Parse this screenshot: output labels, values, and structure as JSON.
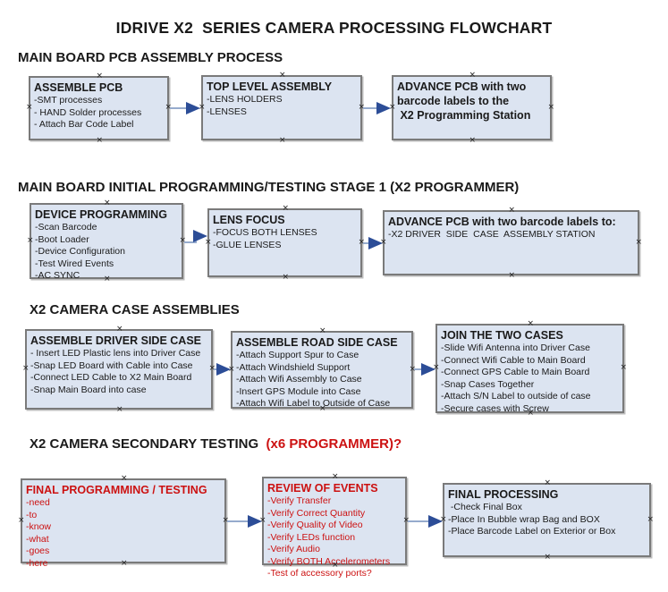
{
  "page_title": "IDRIVE X2  SERIES CAMERA PROCESSING FLOWCHART",
  "icons": {
    "anchor_glyph": "×"
  },
  "colors": {
    "box_fill": "#dce4f1",
    "box_border": "#7a7a7a",
    "arrow_line": "#96abcd",
    "arrow_head": "#2c4d97",
    "red_text": "#cc1111",
    "text": "#1a1a1a"
  },
  "sections": [
    {
      "heading": "MAIN BOARD PCB ASSEMBLY PROCESS",
      "heading_suffix": "",
      "boxes": [
        {
          "heading_lines": [
            "ASSEMBLE PCB"
          ],
          "body_lines": [
            "-SMT processes",
            "- HAND Solder processes",
            "- Attach Bar Code Label"
          ]
        },
        {
          "heading_lines": [
            "TOP LEVEL ASSEMBLY"
          ],
          "body_lines": [
            "-LENS HOLDERS",
            "-LENSES"
          ]
        },
        {
          "heading_lines": [
            "ADVANCE PCB with two",
            "barcode labels to the",
            " X2 Programming Station"
          ],
          "body_lines": []
        }
      ]
    },
    {
      "heading": "MAIN BOARD INITIAL PROGRAMMING/TESTING STAGE 1 (X2 PROGRAMMER)",
      "heading_suffix": "",
      "boxes": [
        {
          "heading_lines": [
            "DEVICE PROGRAMMING"
          ],
          "body_lines": [
            "-Scan Barcode",
            "-Boot Loader",
            "-Device Configuration",
            "-Test Wired Events",
            "-AC SYNC"
          ]
        },
        {
          "heading_lines": [
            "LENS FOCUS"
          ],
          "body_lines": [
            "-FOCUS BOTH LENSES",
            "-GLUE LENSES"
          ]
        },
        {
          "heading_lines": [
            "ADVANCE PCB with two barcode labels to:"
          ],
          "body_lines": [
            "-X2 DRIVER  SIDE  CASE  ASSEMBLY STATION"
          ]
        }
      ]
    },
    {
      "heading": "X2 CAMERA CASE ASSEMBLIES",
      "heading_suffix": "",
      "boxes": [
        {
          "heading_lines": [
            "ASSEMBLE DRIVER SIDE CASE"
          ],
          "body_lines": [
            "- Insert LED Plastic lens into Driver Case",
            "-Snap LED Board with Cable into Case",
            "-Connect LED Cable to X2 Main Board",
            "-Snap Main Board into case"
          ]
        },
        {
          "heading_lines": [
            "ASSEMBLE ROAD SIDE CASE"
          ],
          "body_lines": [
            "-Attach Support Spur to Case",
            "-Attach Windshield Support",
            "-Attach Wifi Assembly to Case",
            "-Insert GPS Module into Case",
            "-Attach Wifi Label to Outside of Case"
          ]
        },
        {
          "heading_lines": [
            "JOIN THE TWO CASES"
          ],
          "body_lines": [
            "-Slide Wifi Antenna into Driver Case",
            "-Connect Wifi Cable to Main Board",
            "-Connect GPS Cable to Main Board",
            "-Snap Cases Together",
            "-Attach S/N Label to outside of case",
            "-Secure cases with Screw"
          ]
        }
      ]
    },
    {
      "heading": "X2 CAMERA SECONDARY TESTING ",
      "heading_suffix": " (x6 PROGRAMMER)?",
      "boxes": [
        {
          "heading_lines": [
            "FINAL PROGRAMMING / TESTING"
          ],
          "body_lines": [
            "-need",
            "-to",
            "-know",
            "-what",
            "-goes",
            "-here"
          ]
        },
        {
          "heading_lines": [
            "REVIEW OF EVENTS"
          ],
          "body_lines": [
            "-Verify Transfer",
            "-Verify Correct Quantity",
            "-Verify Quality of Video",
            "-Verify LEDs function",
            "-Verify Audio",
            "-Verify BOTH Accelerometers",
            "-Test of accessory ports?"
          ]
        },
        {
          "heading_lines": [
            "FINAL PROCESSING"
          ],
          "body_lines": [
            " -Check Final Box",
            "-Place In Bubble wrap Bag and BOX",
            "-Place Barcode Label on Exterior or Box"
          ]
        }
      ]
    }
  ]
}
